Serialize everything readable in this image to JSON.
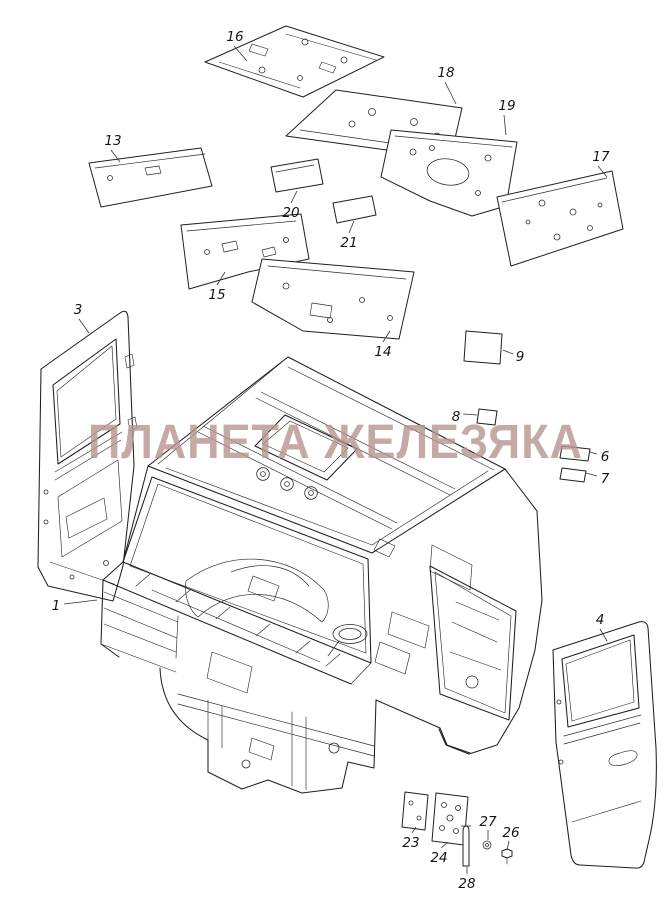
{
  "diagram": {
    "kind": "exploded-parts-line-drawing",
    "background": "#ffffff",
    "line_color": "#1f1f1f"
  },
  "watermark": {
    "text": "ПЛАНЕТА ЖЕЛЕЗЯКА",
    "color": "#b5948f"
  },
  "part_labels": [
    "1",
    "3",
    "4",
    "6",
    "7",
    "8",
    "9",
    "13",
    "14",
    "15",
    "16",
    "17",
    "18",
    "19",
    "20",
    "21",
    "23",
    "24",
    "26",
    "27",
    "28"
  ]
}
